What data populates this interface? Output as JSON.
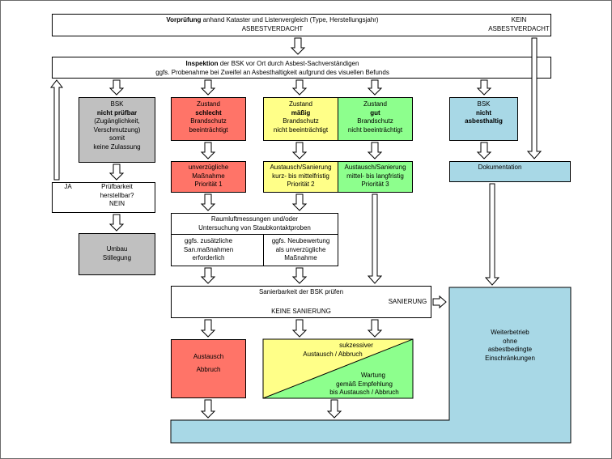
{
  "colors": {
    "red": "#ff7468",
    "yellow": "#ffff88",
    "green": "#8dff8d",
    "blue": "#a8d8e6",
    "gray": "#c0c0c0"
  },
  "nodes": {
    "vorpruefung": {
      "bold": "Vorprüfung",
      "rest": " anhand Kataster und Listenvergleich (Type, Herstellungsjahr)",
      "line2": "ASBESTVERDACHT"
    },
    "kein_asbestverdacht": {
      "line1": "KEIN",
      "line2": "ASBESTVERDACHT"
    },
    "inspektion": {
      "bold": "Inspektion",
      "rest": " der BSK vor Ort durch Asbest-Sachverständigen",
      "line2": "ggfs. Probenahme bei Zweifel an Asbesthaltigkeit aufgrund des visuellen Befunds"
    },
    "nicht_pruefbar": {
      "line1": "BSK",
      "line2": "nicht prüfbar",
      "line3": "(Zugänglichkeit,",
      "line4": "Verschmutzung)",
      "line5": "somit",
      "line6": "keine Zulassung"
    },
    "schlecht": {
      "line1": "Zustand",
      "line2": "schlecht",
      "line3": "Brandschutz",
      "line4": "beeinträchtigt"
    },
    "maessig": {
      "line1": "Zustand",
      "line2": "mäßig",
      "line3": "Brandschutz",
      "line4": "nicht beeinträchtigt"
    },
    "gut": {
      "line1": "Zustand",
      "line2": "gut",
      "line3": "Brandschutz",
      "line4": "nicht beeinträchtigt"
    },
    "nicht_asbesthaltig": {
      "line1": "BSK",
      "line2": "nicht",
      "line3": "asbesthaltig"
    },
    "pruefbarkeit": {
      "ja": "JA",
      "line1": "Prüfbarkeit",
      "line2": "herstellbar?",
      "nein": "NEIN"
    },
    "prio1": {
      "line1": "unverzügliche",
      "line2": "Maßnahme",
      "line3": "Priorität 1"
    },
    "prio2": {
      "line1": "Austausch/Sanierung",
      "line2": "kurz- bis mittelfristig",
      "line3": "Priorität 2"
    },
    "prio3": {
      "line1": "Austausch/Sanierung",
      "line2": "mittel- bis langfristig",
      "line3": "Priorität 3"
    },
    "dokumentation": {
      "line1": "Dokumentation"
    },
    "raumluft": {
      "line1": "Raumluftmessungen und/oder",
      "line2": "Untersuchung von Staubkontaktproben"
    },
    "zusaetzliche": {
      "line1": "ggfs. zusätzliche",
      "line2": "San.maßnahmen",
      "line3": "erforderlich"
    },
    "neubewertung": {
      "line1": "ggfs. Neubewertung",
      "line2": "als unverzügliche",
      "line3": "Maßnahme"
    },
    "umbau": {
      "line1": "Umbau",
      "line2": "Stillegung"
    },
    "sanierbarkeit": {
      "line1": "Sanierbarkeit der BSK prüfen",
      "sanierung": "SANIERUNG",
      "keine": "KEINE SANIERUNG"
    },
    "austausch_abbruch": {
      "line1": "Austausch",
      "line2": "Abbruch"
    },
    "sukzessiver": {
      "line1": "sukzessiver",
      "line2": "Austausch / Abbruch"
    },
    "wartung": {
      "line1": "Wartung",
      "line2": "gemäß Empfehlung",
      "line3": "bis Austausch / Abbruch"
    },
    "weiterbetrieb": {
      "line1": "Weiterbetrieb",
      "line2": "ohne",
      "line3": "asbestbedingte",
      "line4": "Einschränkungen"
    }
  }
}
